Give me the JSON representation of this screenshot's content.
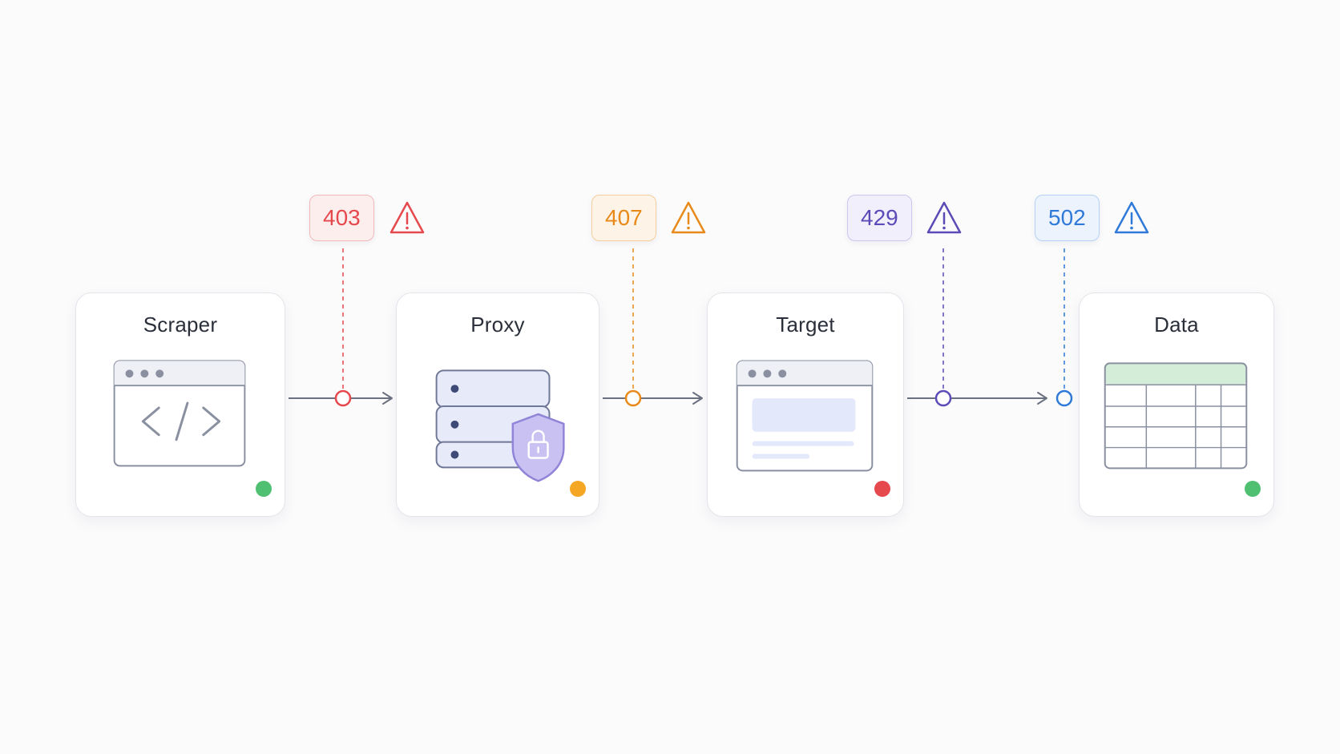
{
  "nodes": [
    {
      "id": "scraper",
      "title": "Scraper",
      "status_color": "#4fbf72"
    },
    {
      "id": "proxy",
      "title": "Proxy",
      "status_color": "#f5a623"
    },
    {
      "id": "target",
      "title": "Target",
      "status_color": "#e5484d"
    },
    {
      "id": "data",
      "title": "Data",
      "status_color": "#4fbf72"
    }
  ],
  "errors": [
    {
      "code": "403",
      "color": "#e5484d",
      "bg": "#fdeeee",
      "border": "#f3b9ba"
    },
    {
      "code": "407",
      "color": "#e88a1a",
      "bg": "#fdf3e6",
      "border": "#f4cf9d"
    },
    {
      "code": "429",
      "color": "#5b4bb7",
      "bg": "#f1effb",
      "border": "#cdc6ee"
    },
    {
      "code": "502",
      "color": "#2f7ad9",
      "bg": "#ecf3fd",
      "border": "#b7d1f4"
    }
  ],
  "colors": {
    "line": "#6b7180",
    "card_border": "#e3e5ea",
    "illus_stroke": "#8a90a0",
    "illus_fill": "#eef0f6",
    "proxy_fill": "#e7eaf8",
    "proxy_stroke": "#6f7896",
    "shield_fill": "#c9c1f2",
    "shield_stroke": "#8f84d8",
    "table_header": "#d4edd9",
    "target_block": "#e3e8fb"
  }
}
